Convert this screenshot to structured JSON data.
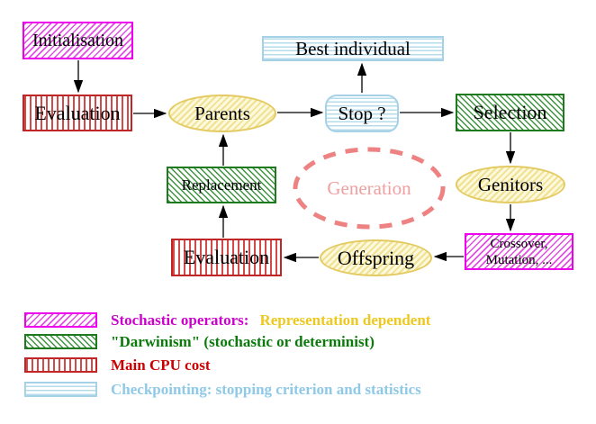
{
  "nodes": {
    "initialisation": "Initialisation",
    "best_individual": "Best individual",
    "evaluation_top": "Evaluation",
    "parents": "Parents",
    "stop": "Stop ?",
    "selection": "Selection",
    "replacement": "Replacement",
    "generation": "Generation",
    "genitors": "Genitors",
    "evaluation_bottom": "Evaluation",
    "crossover_line1": "Crossover,",
    "crossover_line2": "Mutation, ...",
    "offspring": "Offspring"
  },
  "edges": [
    {
      "from": "Initialisation",
      "to": "Evaluation"
    },
    {
      "from": "Evaluation",
      "to": "Parents"
    },
    {
      "from": "Parents",
      "to": "Stop ?"
    },
    {
      "from": "Stop ?",
      "to": "Best individual"
    },
    {
      "from": "Stop ?",
      "to": "Selection"
    },
    {
      "from": "Selection",
      "to": "Genitors"
    },
    {
      "from": "Genitors",
      "to": "Crossover, Mutation, ..."
    },
    {
      "from": "Crossover, Mutation, ...",
      "to": "Offspring"
    },
    {
      "from": "Offspring",
      "to": "Evaluation"
    },
    {
      "from": "Evaluation",
      "to": "Replacement"
    },
    {
      "from": "Replacement",
      "to": "Parents"
    }
  ],
  "legend": {
    "items": [
      {
        "swatch": "magenta-hatch",
        "label": "Stochastic operators:",
        "label2": "Representation dependent"
      },
      {
        "swatch": "green-hatch",
        "label": "\"Darwinism\" (stochastic or determinist)",
        "label2": ""
      },
      {
        "swatch": "red-vertical-stripes",
        "label": "Main CPU cost",
        "label2": ""
      },
      {
        "swatch": "cyan-horizontal-stripes",
        "label": "Checkpointing: stopping criterion and statistics",
        "label2": ""
      }
    ]
  },
  "colors": {
    "magenta_border": "#ee00ee",
    "green_border": "#1e7a1e",
    "red_border": "#c22525",
    "cyan_border": "#a5d2e6",
    "yellow_border": "#e4ca62",
    "generation_dash": "#ee8282",
    "generation_text": "#f0a0a0",
    "legend_magenta_text": "#cc00cc",
    "legend_yellow_text": "#eec81e",
    "legend_green_text": "#0a7a0a",
    "legend_red_text": "#cc0000",
    "legend_cyan_text": "#8ec9e8",
    "arrow": "#000000"
  }
}
